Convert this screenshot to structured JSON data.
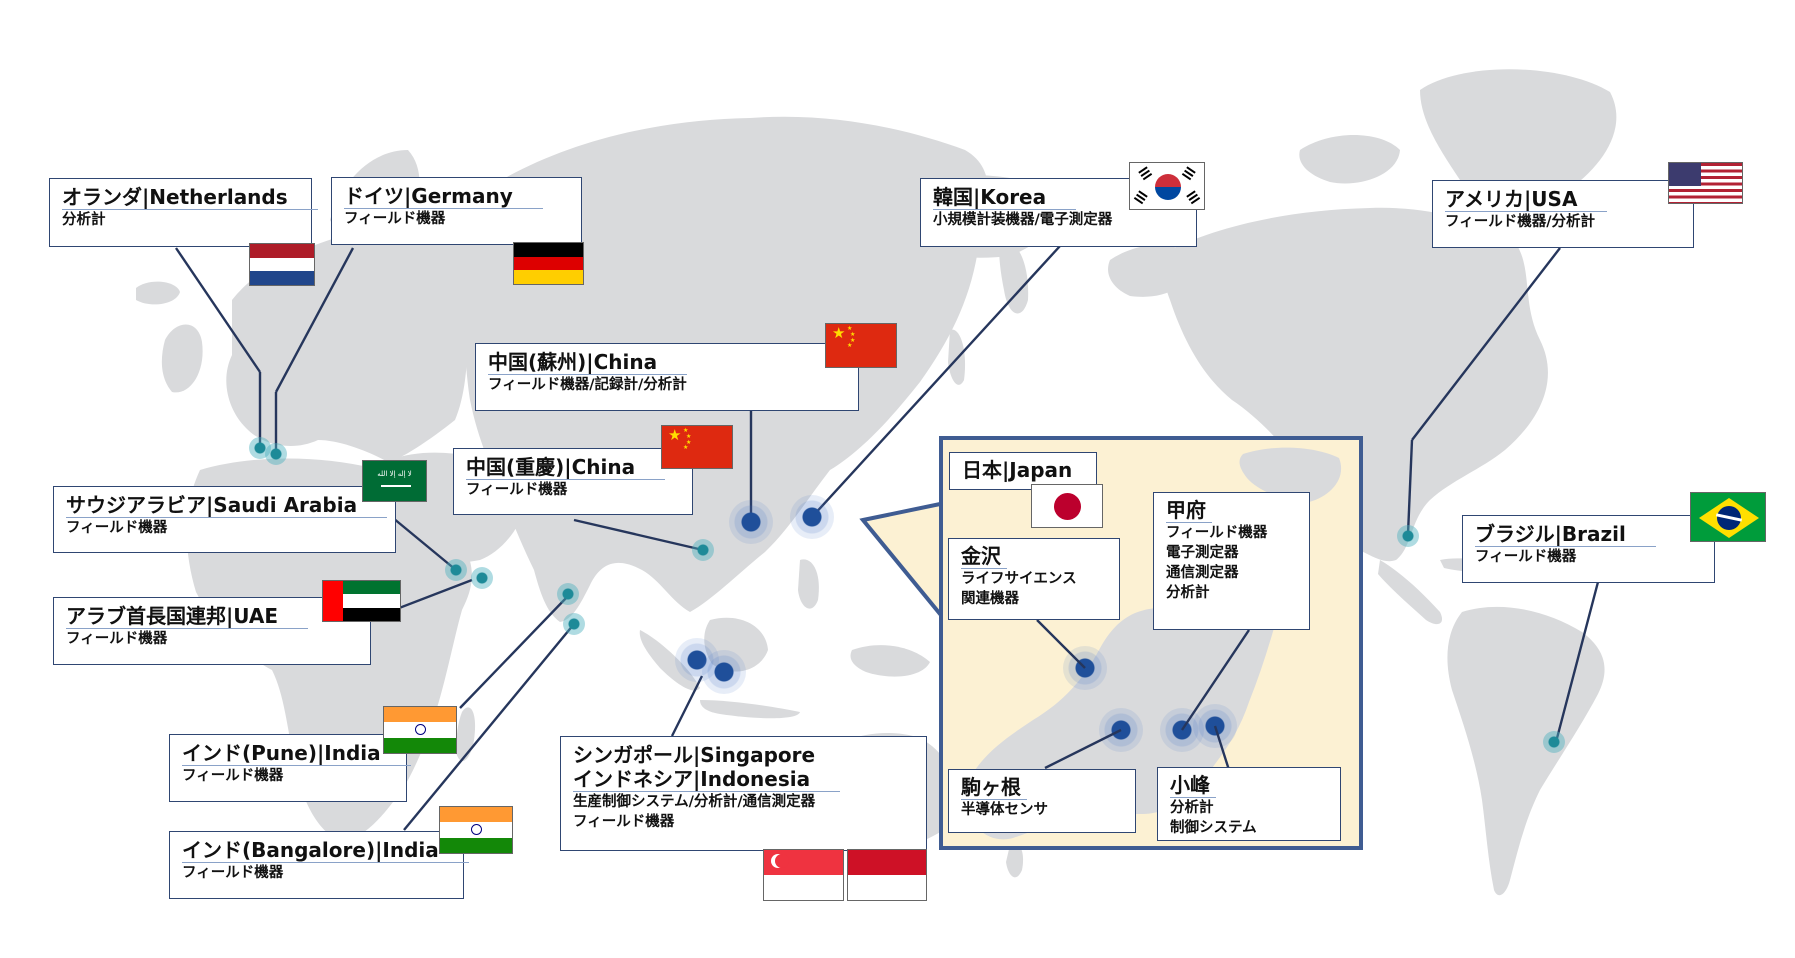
{
  "japan_panel": {
    "title": "日本|Japan",
    "sites": [
      {
        "name": "金沢",
        "lines": [
          "ライフサイエンス",
          "関連機器"
        ]
      },
      {
        "name": "甲府",
        "lines": [
          "フィールド機器",
          "電子測定器",
          "通信測定器",
          "分析計"
        ]
      },
      {
        "name": "駒ヶ根",
        "lines": [
          "半導体センサ"
        ]
      },
      {
        "name": "小峰",
        "lines": [
          "分析計",
          "制御システム"
        ]
      }
    ]
  },
  "locations": [
    {
      "title": "オランダ|Netherlands",
      "products": "分析計"
    },
    {
      "title": "ドイツ|Germany",
      "products": "フィールド機器"
    },
    {
      "title": "中国(蘇州)|China",
      "products": "フィールド機器/記録計/分析計"
    },
    {
      "title": "中国(重慶)|China",
      "products": "フィールド機器"
    },
    {
      "title": "韓国|Korea",
      "products": "小規模計装機器/電子測定器"
    },
    {
      "title": "アメリカ|USA",
      "products": "フィールド機器/分析計"
    },
    {
      "title": "サウジアラビア|Saudi Arabia",
      "products": "フィールド機器"
    },
    {
      "title": "アラブ首長国連邦|UAE",
      "products": "フィールド機器"
    },
    {
      "title": "ブラジル|Brazil",
      "products": "フィールド機器"
    },
    {
      "title": "インド(Pune)|India",
      "products": "フィールド機器"
    },
    {
      "title": "インド(Bangalore)|India",
      "products": "フィールド機器"
    },
    {
      "title_lines": [
        "シンガポール|Singapore",
        "インドネシア|Indonesia"
      ],
      "products_lines": [
        "生産制御システム/分析計/通信測定器",
        "フィールド機器"
      ]
    }
  ],
  "flags": {
    "saudi_text": "لا إله إلا الله"
  }
}
